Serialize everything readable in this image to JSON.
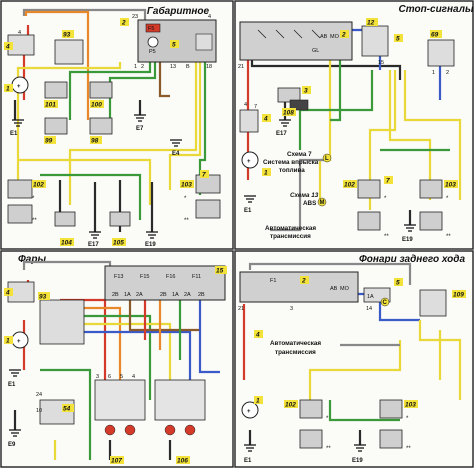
{
  "panels": {
    "parking": {
      "title_line1": "Габаритное",
      "title_line2": "освещение"
    },
    "stop": {
      "title": "Стоп-сигналы"
    },
    "headlights": {
      "title": "Фары"
    },
    "reverse": {
      "title": "Фонари заднего хода"
    }
  },
  "badges": {
    "tl": [
      "4",
      "1",
      "93",
      "101",
      "100",
      "99",
      "98",
      "102",
      "104",
      "105",
      "103",
      "2",
      "5",
      "7"
    ],
    "tr": [
      "2",
      "12",
      "5",
      "69",
      "4",
      "1",
      "3",
      "108",
      "7",
      "102",
      "103"
    ],
    "bl": [
      "4",
      "1",
      "93",
      "54",
      "107",
      "106",
      "15"
    ],
    "br": [
      "4",
      "2",
      "5",
      "109",
      "1",
      "102",
      "103"
    ]
  },
  "grounds": {
    "tl": [
      "E1",
      "E7",
      "E4",
      "E17",
      "E19"
    ],
    "tr": [
      "E17",
      "E1",
      "E19"
    ],
    "bl": [
      "E1",
      "E9"
    ],
    "br": [
      "E1",
      "E19"
    ]
  },
  "notes": {
    "scheme7_line1": "Схема 7",
    "scheme7_line2": "Система впрыска",
    "scheme7_line3": "топлива",
    "scheme13_line1": "Схема 13",
    "scheme13_line2": "ABS",
    "auto_trans_line1": "Автоматическая",
    "auto_trans_line2": "трансмиссия",
    "auto_trans_br_line1": "Автоматическая",
    "auto_trans_br_line2": "трансмиссия"
  },
  "letters": {
    "L": "L",
    "M": "M",
    "C": "C"
  },
  "fuses": {
    "tl_box": [
      "F5",
      "P5"
    ],
    "bl_box": [
      "F13",
      "F15",
      "F16",
      "F11"
    ],
    "bl_relay": [
      "2B",
      "1A",
      "2A",
      "2B",
      "1A",
      "2A",
      "2B"
    ],
    "stop_relay": [
      "AB",
      "MO",
      "GL"
    ],
    "rev_box": [
      "F1",
      "1A",
      "AB",
      "MO"
    ]
  },
  "terminals": {
    "tl": [
      "1",
      "2",
      "13",
      "18",
      "B",
      "4",
      "23",
      "4"
    ],
    "tr": [
      "21",
      "7",
      "4",
      "15",
      "1",
      "2"
    ],
    "bl": [
      "3",
      "6",
      "5",
      "4",
      "24",
      "10"
    ],
    "br": [
      "21",
      "3",
      "14"
    ]
  },
  "stars": {
    "single": "*",
    "double": "**"
  },
  "colors": {
    "green": "#3a9a3a",
    "yellow": "#e8d838",
    "red": "#d43a2a",
    "orange": "#e8882a",
    "blue": "#3a5ac8",
    "grey": "#9a9a9a",
    "brown": "#8a5a2a",
    "badge_yellow": "#f2e23a",
    "frame": "#222222"
  }
}
